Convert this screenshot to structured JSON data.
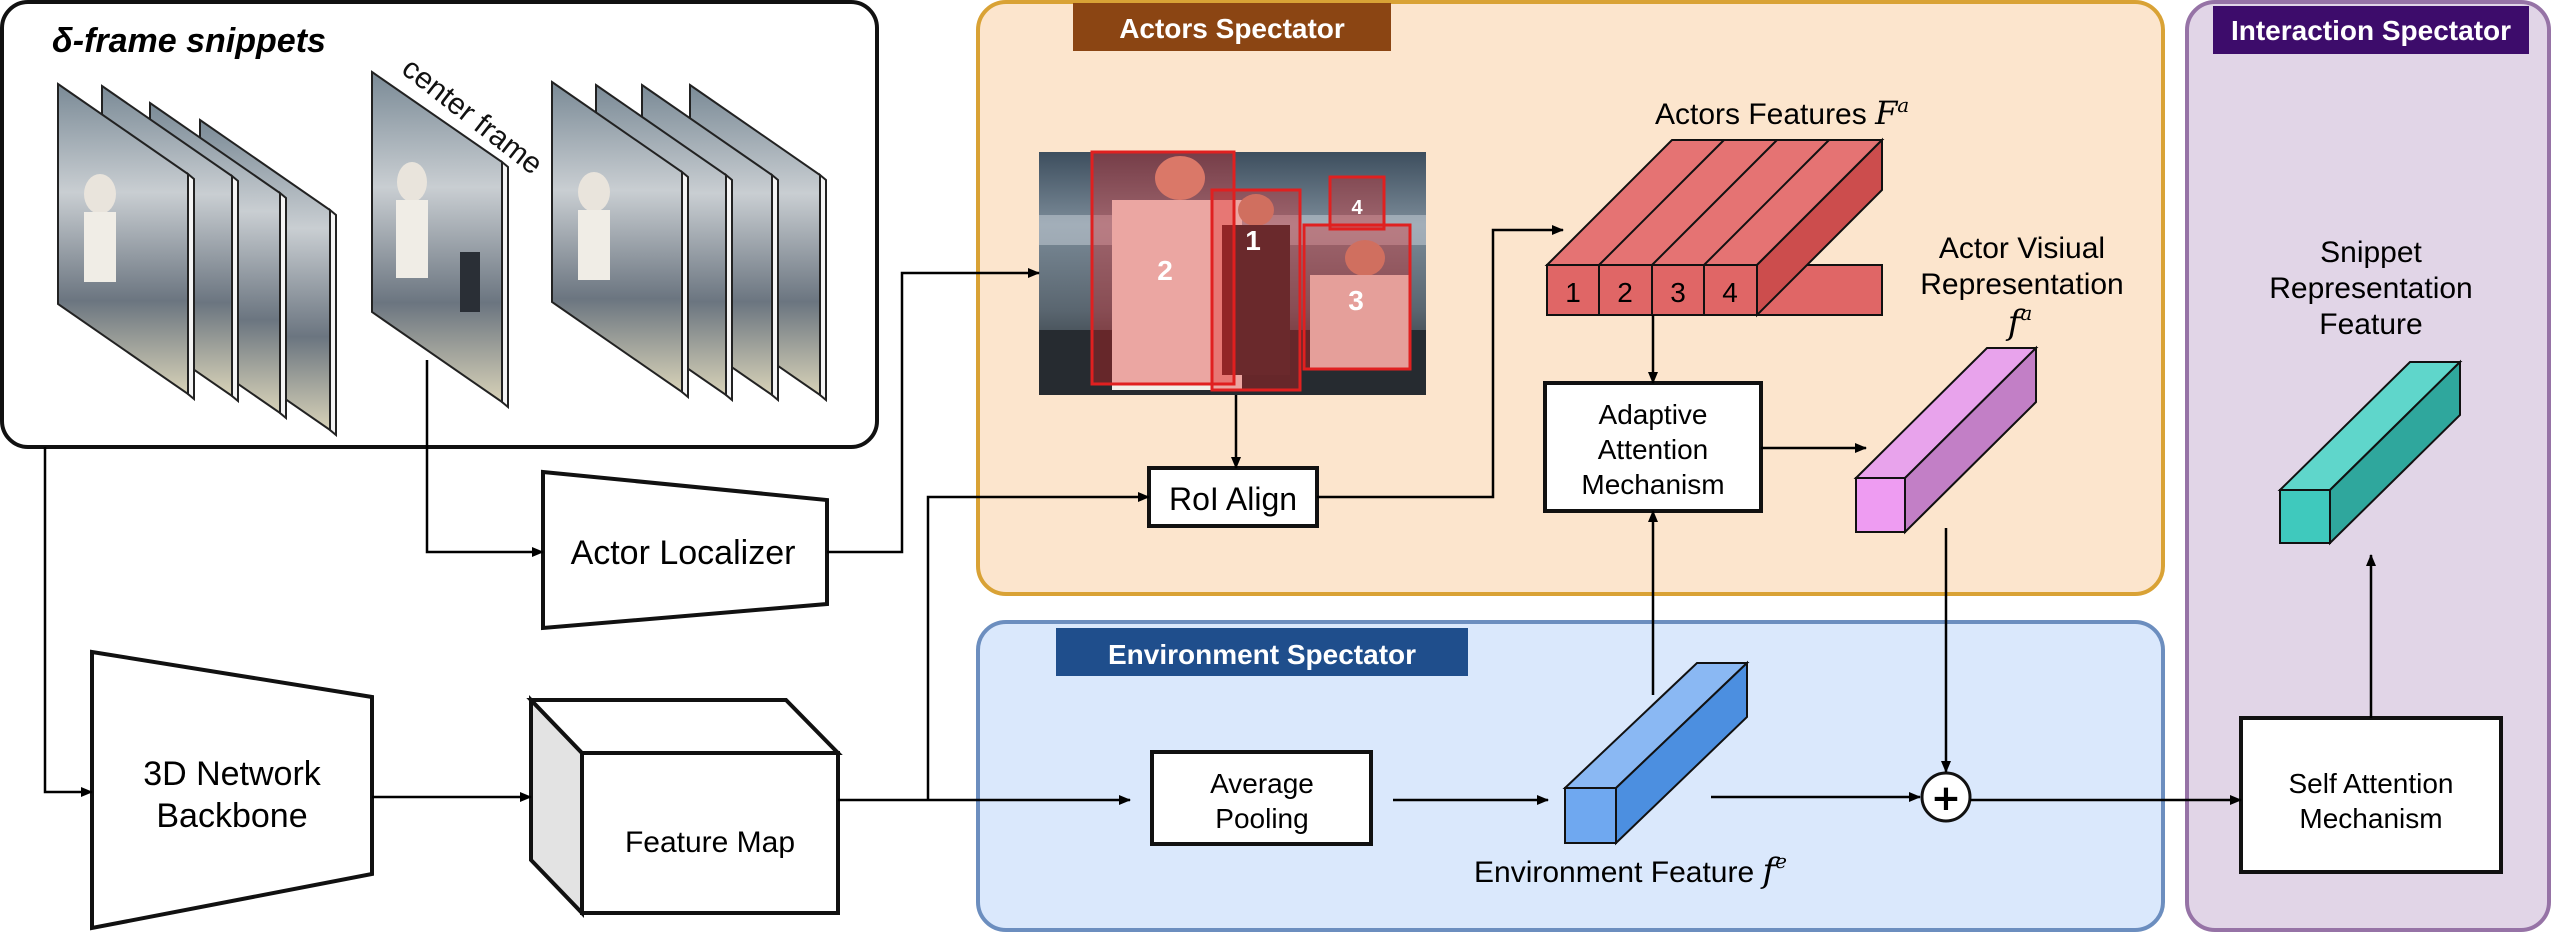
{
  "snippets": {
    "title": "δ-frame snippets",
    "center_label": "center frame"
  },
  "actors_spectator": {
    "title": "Actors Spectator",
    "bbox_labels": [
      "2",
      "1",
      "3",
      "4"
    ],
    "roi_align": "RoI Align",
    "features_label": "Actors Features",
    "features_symbol": "F",
    "features_sup": "a",
    "feature_cells": [
      "1",
      "2",
      "3",
      "4"
    ],
    "attention_lines": [
      "Adaptive",
      "Attention",
      "Mechanism"
    ],
    "visual_lines": [
      "Actor Visiual",
      "Representation"
    ],
    "visual_symbol": "f",
    "visual_sup": "a"
  },
  "environment_spectator": {
    "title": "Environment Spectator",
    "pooling_lines": [
      "Average",
      "Pooling"
    ],
    "feature_label": "Environment Feature",
    "feature_symbol": "f",
    "feature_sup": "e"
  },
  "interaction_spectator": {
    "title": "Interaction Spectator",
    "snippet_lines": [
      "Snippet",
      "Representation",
      "Feature"
    ],
    "self_attention_lines": [
      "Self Attention",
      "Mechanism"
    ]
  },
  "actor_localizer": "Actor Localizer",
  "backbone_lines": [
    "3D Network",
    "Backbone"
  ],
  "feature_map": "Feature Map",
  "plus_symbol": "+",
  "colors": {
    "actors_bg": "#fce5cd",
    "actors_border": "#d9a235",
    "actors_title_bg": "#8b4513",
    "env_bg": "#dae8fc",
    "env_border": "#6c8ebf",
    "env_title_bg": "#1f4e8c",
    "interaction_bg": "#e1d5e7",
    "interaction_border": "#9673a6",
    "interaction_title_bg": "#3d0c6b",
    "actor_feature_red": "#e06666",
    "actor_visual_pink": "#ee9cf2",
    "env_feature_blue": "#6fa8f0",
    "snippet_teal": "#3fc9bd"
  }
}
